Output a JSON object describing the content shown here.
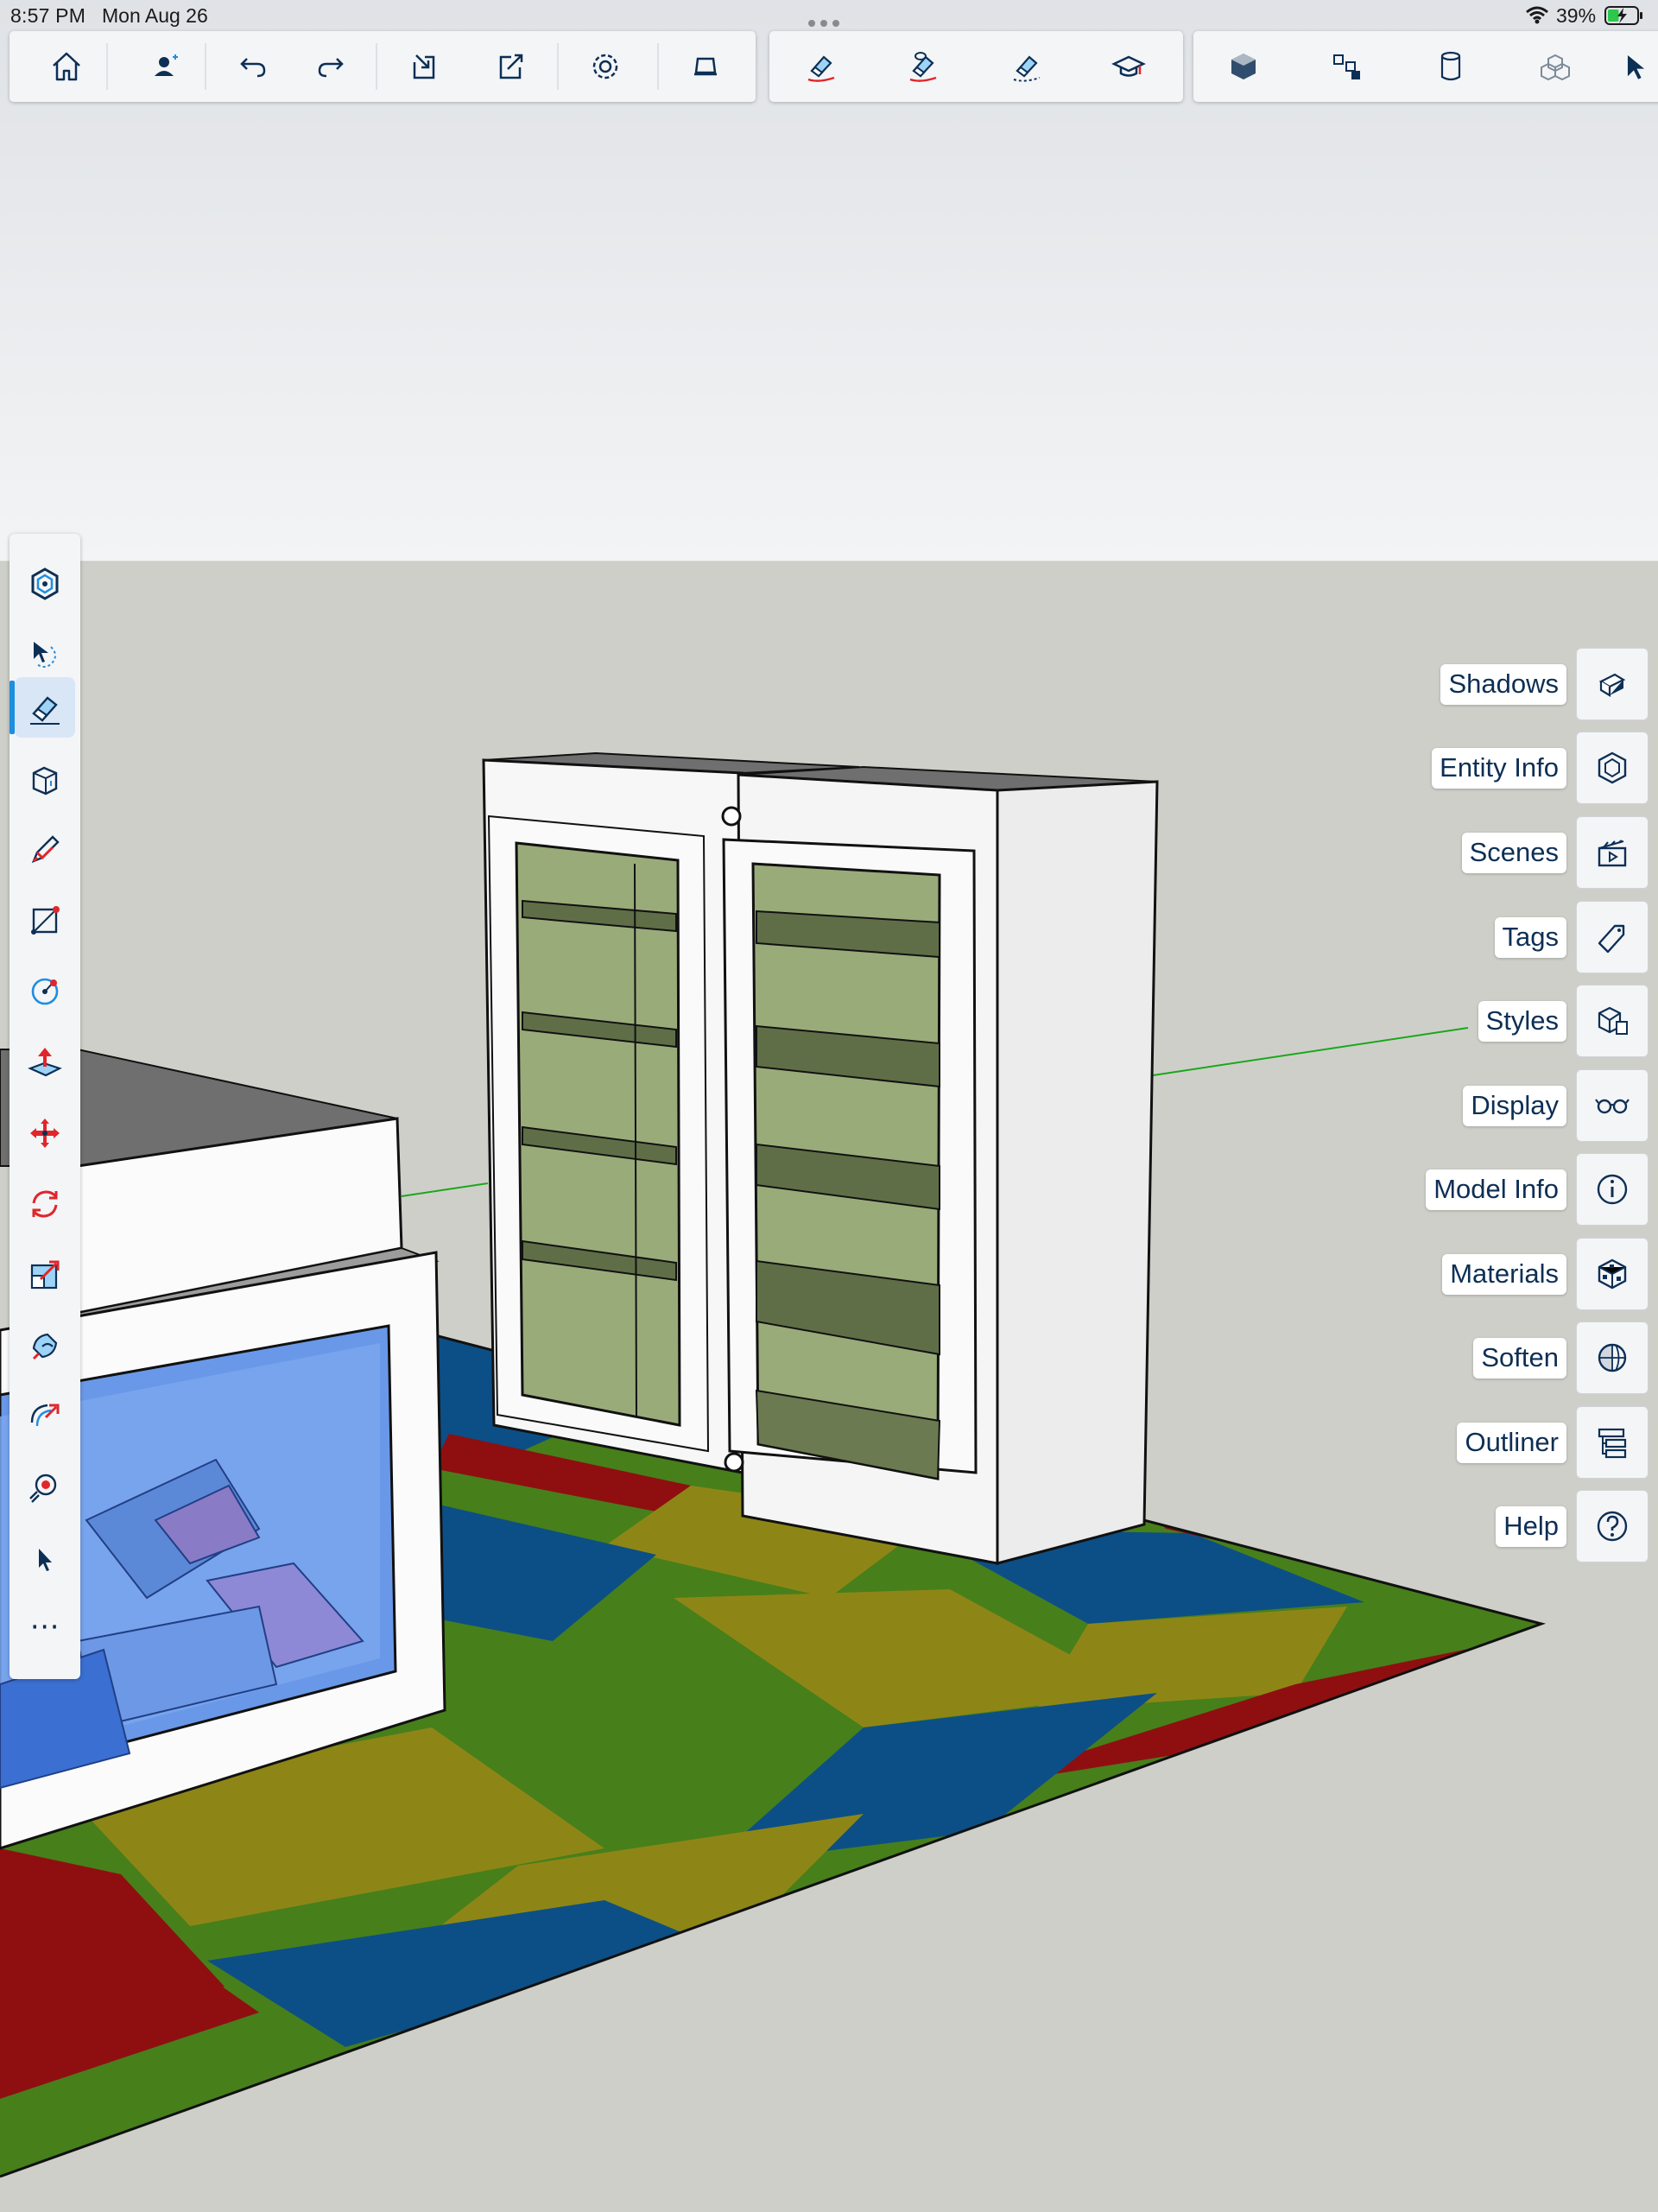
{
  "status_bar": {
    "time": "8:57 PM",
    "date": "Mon Aug 26",
    "battery_percent": "39%",
    "battery_level": 0.39,
    "icons": [
      "more-dots-icon",
      "wifi-icon",
      "battery-charging-icon"
    ]
  },
  "top_toolbar": {
    "group_1": [
      "home-icon",
      "add-user-icon",
      "undo-icon",
      "redo-icon",
      "import-icon",
      "export-icon",
      "settings-icon",
      "print-icon"
    ],
    "group_2": [
      "eraser-red-icon",
      "eraser-hide-icon",
      "eraser-soften-icon",
      "learn-cap-icon"
    ],
    "group_3": [
      "cube-solid-icon",
      "components-icon",
      "cylinder-icon",
      "blocks-icon",
      "select-arrow-icon"
    ]
  },
  "left_toolbar": {
    "active_tool": "eraser-icon",
    "tools": [
      "search-3d-icon",
      "select-lasso-icon",
      "eraser-icon",
      "paint-bucket-icon",
      "pencil-icon",
      "rectangle-icon",
      "circle-icon",
      "push-pull-icon",
      "move-icon",
      "rotate-icon",
      "scale-icon",
      "follow-me-icon",
      "offset-icon",
      "tape-measure-icon",
      "orbit-pointer-icon",
      "more-icon"
    ],
    "more_label": "⋯"
  },
  "right_tray": {
    "items": [
      {
        "label": "Shadows",
        "icon": "shadows-icon"
      },
      {
        "label": "Entity Info",
        "icon": "entity-info-icon"
      },
      {
        "label": "Scenes",
        "icon": "scenes-clapper-icon"
      },
      {
        "label": "Tags",
        "icon": "tag-icon"
      },
      {
        "label": "Styles",
        "icon": "styles-icon"
      },
      {
        "label": "Display",
        "icon": "glasses-icon"
      },
      {
        "label": "Model Info",
        "icon": "info-icon"
      },
      {
        "label": "Materials",
        "icon": "materials-icon"
      },
      {
        "label": "Soften",
        "icon": "soften-icon"
      },
      {
        "label": "Outliner",
        "icon": "outliner-icon"
      },
      {
        "label": "Help",
        "icon": "help-icon"
      }
    ]
  },
  "colors": {
    "sky_top": "#e4e7ea",
    "sky_bottom": "#f1f2f3",
    "ground": "#cfcfca",
    "ui_navy": "#0d2f55",
    "accent_blue": "#1e8ee0",
    "tool_red": "#e0262b",
    "shelf_green": "#9aab7a",
    "mat_red": "#8f0f10",
    "mat_yellow": "#8d8616",
    "mat_green": "#477f1b",
    "mat_blue": "#0c4f86",
    "axis_green": "#1aa81a"
  }
}
